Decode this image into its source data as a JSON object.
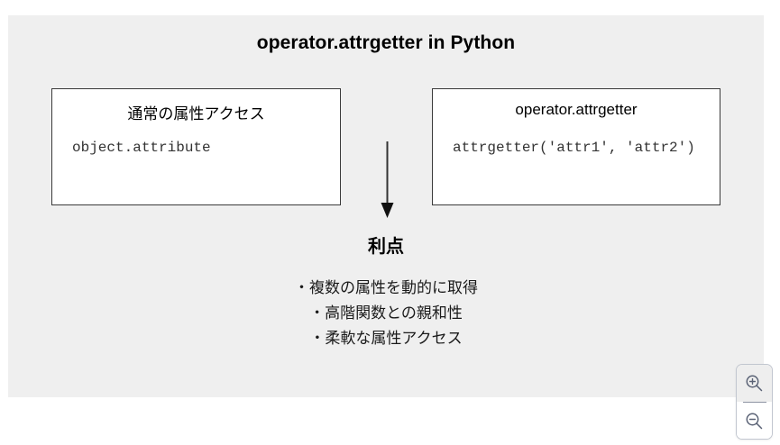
{
  "diagram": {
    "title": "operator.attrgetter in Python",
    "background_color": "#efefef",
    "boxes": [
      {
        "name": "normal-attribute-access",
        "title": "通常の属性アクセス",
        "code": "object.attribute"
      },
      {
        "name": "operator-attrgetter",
        "title": "operator.attrgetter",
        "code": "attrgetter('attr1', 'attr2')"
      }
    ],
    "arrow": {
      "icon": "arrow-down-icon",
      "direction": "down",
      "color": "#333333"
    },
    "benefits": {
      "heading": "利点",
      "items": [
        "・複数の属性を動的に取得",
        "・高階関数との親和性",
        "・柔軟な属性アクセス"
      ]
    }
  },
  "zoom_controls": {
    "zoom_in": {
      "icon": "zoom-in-icon",
      "label": "+"
    },
    "zoom_out": {
      "icon": "zoom-out-icon",
      "label": "−"
    },
    "border_color": "#c2c7d0",
    "icon_color": "#5a6275"
  }
}
